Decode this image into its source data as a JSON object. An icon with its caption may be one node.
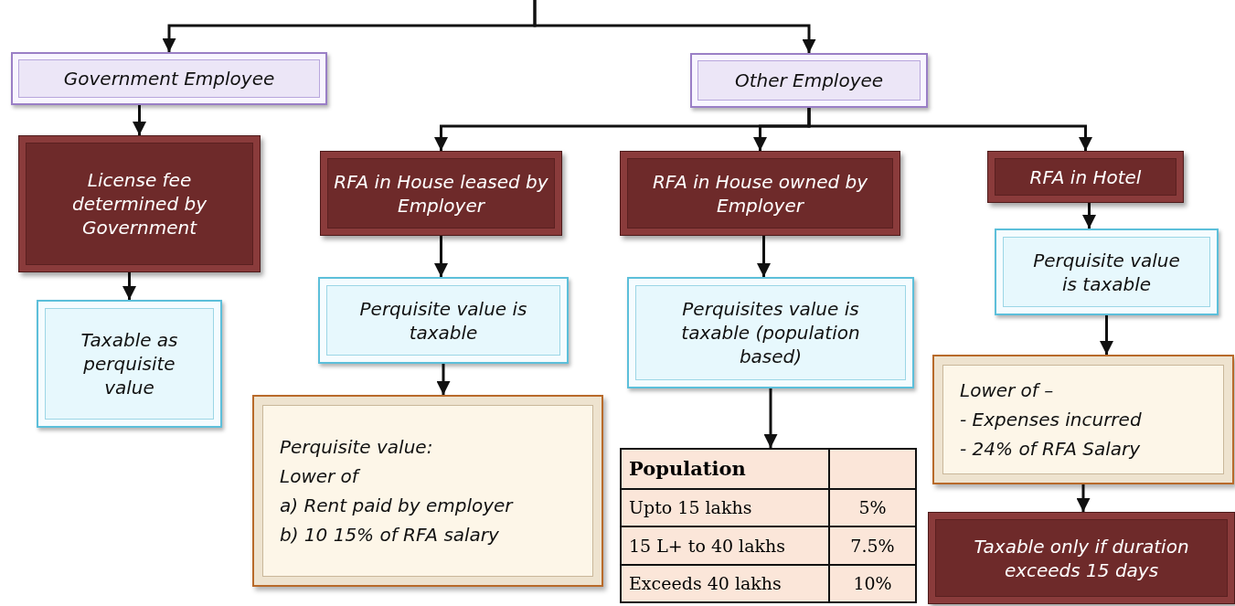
{
  "diagram": {
    "nodes": [
      {
        "text": [
          "Government Employee"
        ]
      },
      {
        "text": [
          "Other Employee"
        ]
      },
      {
        "text": [
          "License fee determined by Government"
        ]
      },
      {
        "text": [
          "Taxable as perquisite value"
        ]
      },
      {
        "text": [
          "RFA in House leased by Employer"
        ]
      },
      {
        "text": [
          "Perquisite value is taxable"
        ]
      },
      {
        "text": [
          "Perquisite value:",
          "Lower of",
          "a) Rent paid by employer",
          "b) 10 15% of RFA salary"
        ]
      },
      {
        "text": [
          "RFA in House owned by Employer"
        ]
      },
      {
        "text": [
          "Perquisites value is taxable (population based)"
        ]
      },
      {
        "text": [
          "Population",
          "Upto 15 lakhs",
          "5%",
          "15 L+ to 40 lakhs",
          "7.5%",
          "Exceeds 40 lakhs",
          "10%"
        ]
      },
      {
        "text": [
          "RFA in Hotel"
        ]
      },
      {
        "text": [
          "Perquisite value is taxable"
        ]
      },
      {
        "text": [
          "Lower of –",
          "- Expenses incurred",
          "- 24% of RFA Salary"
        ]
      },
      {
        "text": [
          "Taxable only if duration exceeds 15 days"
        ]
      }
    ],
    "edges": [
      {
        "from": null,
        "to": 0,
        "arrow": "to"
      },
      {
        "from": null,
        "to": 1,
        "arrow": "to"
      },
      {
        "from": 0,
        "to": 2,
        "arrow": "to"
      },
      {
        "from": 2,
        "to": 3,
        "arrow": "to"
      },
      {
        "from": 1,
        "to": 4,
        "arrow": "to"
      },
      {
        "from": 1,
        "to": 7,
        "arrow": "to"
      },
      {
        "from": 1,
        "to": 10,
        "arrow": "to"
      },
      {
        "from": 4,
        "to": 5,
        "arrow": "to"
      },
      {
        "from": 5,
        "to": 6,
        "arrow": "to"
      },
      {
        "from": 7,
        "to": 8,
        "arrow": "to"
      },
      {
        "from": 8,
        "to": 9,
        "arrow": "to"
      },
      {
        "from": 10,
        "to": 11,
        "arrow": "to"
      },
      {
        "from": 11,
        "to": 12,
        "arrow": "to"
      },
      {
        "from": 12,
        "to": 13,
        "arrow": "to"
      }
    ]
  }
}
